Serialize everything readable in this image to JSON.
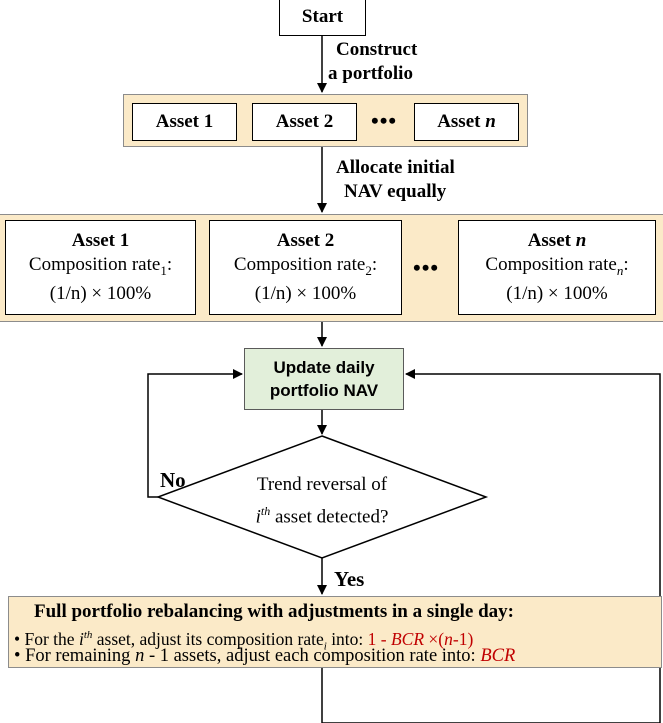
{
  "start": {
    "label": "Start"
  },
  "step1": {
    "line1": "Construct",
    "line2": "a portfolio"
  },
  "assets_row1": [
    {
      "label": "Asset 1"
    },
    {
      "label": "Asset 2"
    },
    {
      "label": "Asset ",
      "italic": "n"
    }
  ],
  "ellipsis": "•••",
  "step2": {
    "line1": "Allocate initial",
    "line2": "NAV equally"
  },
  "assets_row2": [
    {
      "title": "Asset 1",
      "title_italic": "",
      "rate_label": "Composition rate",
      "rate_sub": "1",
      "rate_suffix": ":",
      "rate_value": "(1/n) × 100%"
    },
    {
      "title": "Asset 2",
      "title_italic": "",
      "rate_label": "Composition rate",
      "rate_sub": "2",
      "rate_suffix": ":",
      "rate_value": "(1/n) × 100%"
    },
    {
      "title": "Asset ",
      "title_italic": "n",
      "rate_label": "Composition rate",
      "rate_sub": "n",
      "rate_suffix": ":",
      "rate_value": "(1/n) × 100%"
    }
  ],
  "update": {
    "line1": "Update daily",
    "line2": "portfolio NAV"
  },
  "decision": {
    "line1": "Trend reversal of",
    "line2_var": "i",
    "line2_sup": "th",
    "line2_rest": " asset detected?"
  },
  "branch_no": "No",
  "branch_yes": "Yes",
  "rebalance": {
    "title": "Full portfolio rebalancing with adjustments in a single day:",
    "b1_prefix": "• For the ",
    "b1_var": "i",
    "b1_sup": "th",
    "b1_mid": " asset, adjust its composition rate",
    "b1_sub": "i",
    "b1_into": " into: ",
    "b1_formula_a": "1 - ",
    "b1_formula_b": "BCR",
    "b1_formula_c": " ×(",
    "b1_formula_d": "n",
    "b1_formula_e": "-1)",
    "b2_prefix": "• For remaining ",
    "b2_var": "n",
    "b2_rest": " - 1 assets, adjust each composition rate into: ",
    "b2_formula": "BCR"
  },
  "colors": {
    "band_fill": "#fbeac8",
    "update_fill": "#e2efda",
    "formula_red": "#c00000"
  }
}
